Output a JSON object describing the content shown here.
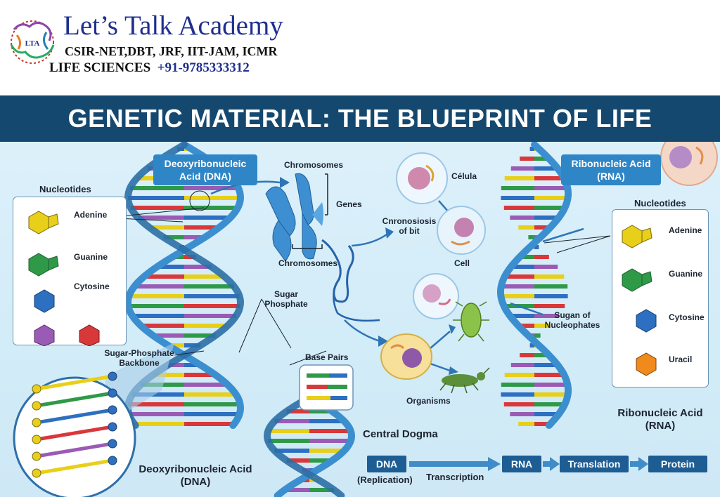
{
  "header": {
    "brand_name": "Let’s Talk Academy",
    "exams": "CSIR-NET,DBT, JRF, IIT-JAM, ICMR",
    "field": "LIFE SCIENCES",
    "phone": "+91-9785333312",
    "logo_text": "LTA"
  },
  "poster": {
    "title": "GENETIC MATERIAL: THE BLUEPRINT OF LIFE",
    "dna_tag": [
      "Deoxyribonucleic",
      "Acid (DNA)"
    ],
    "rna_tag": [
      "Ribonucleic Acid",
      "(RNA)"
    ],
    "dna_nucleotides": {
      "title": "Nucleotides",
      "items": [
        "Adenine",
        "Guanine",
        "Cytosine"
      ]
    },
    "rna_nucleotides": {
      "title": "Nucleotides",
      "items": [
        "Adenine",
        "Guanine",
        "Cytosine",
        "Uracil"
      ]
    },
    "labels": {
      "chromosomes_top": "Chromosomes",
      "genes": "Genes",
      "chromosomes_bottom": "Chromosomes",
      "celula": "Célula",
      "cnronosiosis": [
        "Cnronosiosis",
        "of bit"
      ],
      "cell": "Cell",
      "sugar_phosphate": [
        "Sugar",
        "Phosphate"
      ],
      "backbone": [
        "Sugar-Phosphate",
        "Backbone"
      ],
      "base_pairs": "Base Pairs",
      "organisms": "Organisms",
      "sugan": [
        "Sugan of",
        "Nucleophates"
      ],
      "dna_bottom": [
        "Deoxyribonucleic Acid",
        "(DNA)"
      ],
      "rna_bottom": [
        "Ribonucleic Acid",
        "(RNA)"
      ]
    },
    "central_dogma": {
      "title": "Central Dogma",
      "dna": "DNA",
      "replication": "(Replication)",
      "transcription": "Transcription",
      "rna": "RNA",
      "translation": "Translation",
      "protein": "Protein"
    },
    "colors": {
      "banner": "#15486f",
      "tag": "#2f86c6",
      "strand": "#3c8fcf",
      "dogma_box": "#1d5d93",
      "adenine": "#e8cf1a",
      "guanine": "#2e9a48",
      "cytosine": "#2d6fc0",
      "thymine": "#9a5bb5",
      "uracil": "#f08a1c",
      "red": "#d8383a"
    }
  }
}
